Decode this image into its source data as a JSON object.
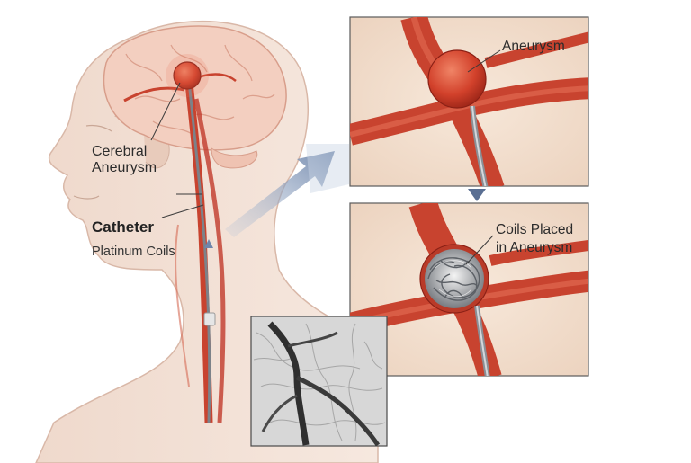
{
  "labels": {
    "cerebral_aneurysm": [
      "Cerebral",
      "Aneurysm"
    ],
    "catheter": "Catheter",
    "platinum_coils": "Platinum Coils",
    "aneurysm": "Aneurysm",
    "coils_placed": [
      "Coils Placed",
      "in Aneurysm"
    ]
  },
  "colors": {
    "artery": "#c8432f",
    "artery_dark": "#9e2a1e",
    "skin": "#ecd2c4",
    "brain": "#f2c7b8",
    "panel_bg": "#f4e1d2",
    "arrow": "#7d91b2",
    "catheter": "#8a8f96"
  }
}
